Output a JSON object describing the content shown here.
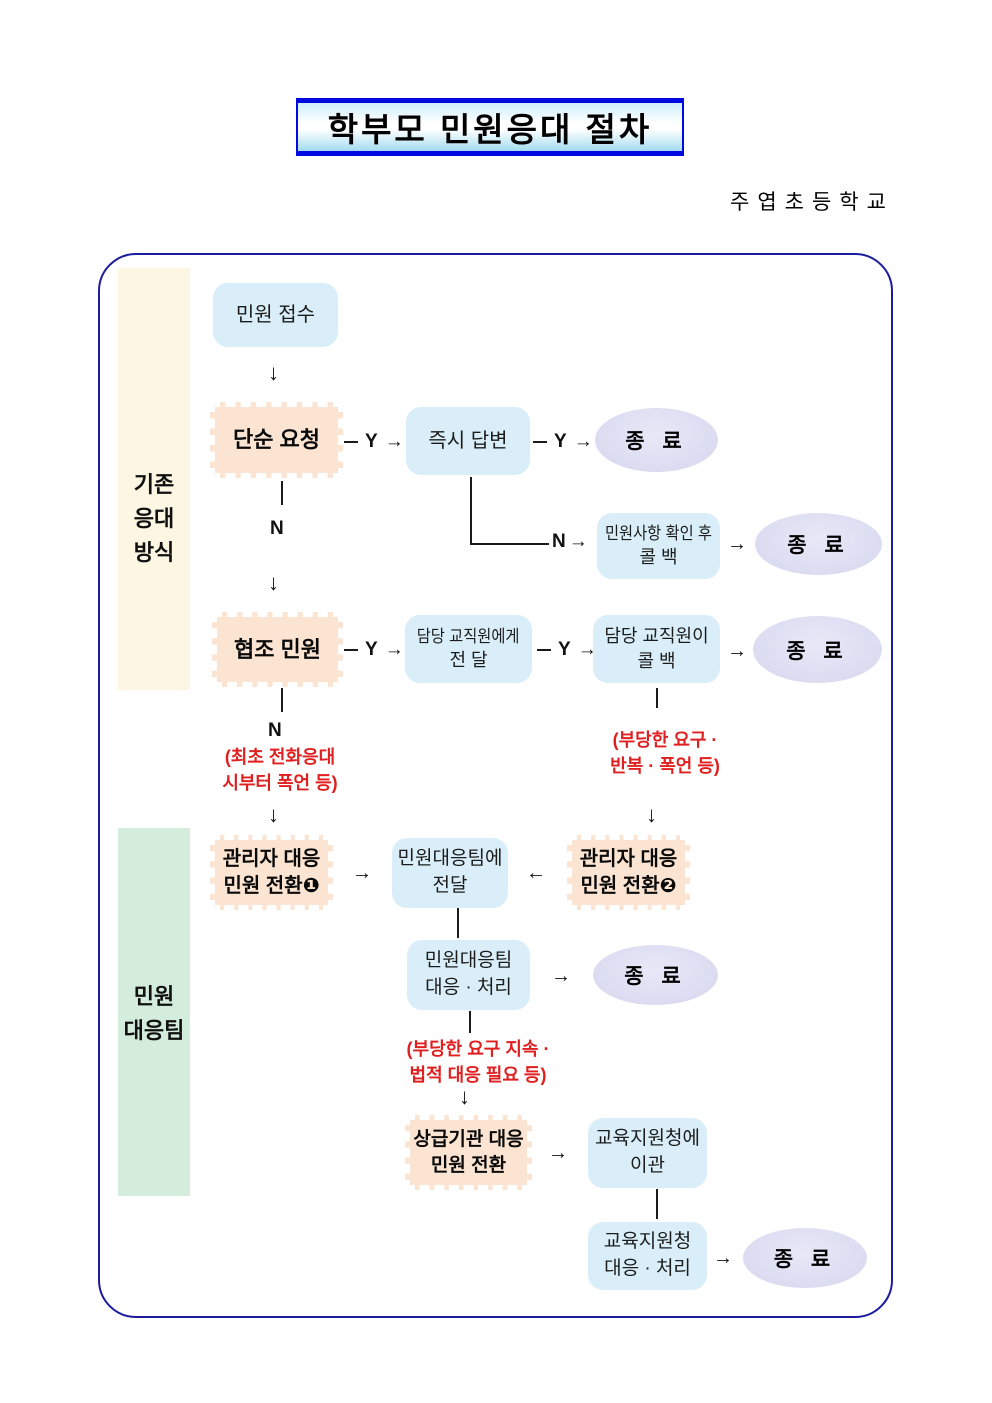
{
  "header": {
    "title": "학부모 민원응대 절차",
    "school": "주엽초등학교"
  },
  "lanes": {
    "existing": {
      "line1": "기존",
      "line2": "응대",
      "line3": "방식"
    },
    "team": {
      "line1": "민원",
      "line2": "대응팀"
    }
  },
  "nodes": {
    "receipt": {
      "label": "민원 접수"
    },
    "simple_request": {
      "label": "단순 요청"
    },
    "immediate_answer": {
      "label": "즉시 답변"
    },
    "check_callback": {
      "line1": "민원사항 확인 후",
      "line2": "콜 백"
    },
    "coop_request": {
      "label": "협조 민원"
    },
    "staff_forward": {
      "line1": "담당 교직원에게",
      "line2": "전 달"
    },
    "staff_callback": {
      "line1": "담당 교직원이",
      "line2": "콜 백"
    },
    "manager_switch1": {
      "line1": "관리자 대응",
      "line2": "민원 전환❶"
    },
    "manager_switch2": {
      "line1": "관리자 대응",
      "line2": "민원 전환❷"
    },
    "team_forward": {
      "line1": "민원대응팀에",
      "line2": "전달"
    },
    "team_handle": {
      "line1": "민원대응팀",
      "line2": "대응 · 처리"
    },
    "upper_switch": {
      "line1": "상급기관 대응",
      "line2": "민원 전환"
    },
    "office_transfer": {
      "line1": "교육지원청에",
      "line2": "이관"
    },
    "office_handle": {
      "line1": "교육지원청",
      "line2": "대응 · 처리"
    },
    "end": {
      "label": "종 료"
    }
  },
  "edges": {
    "yes": "Y",
    "no": "N",
    "right": "→",
    "left": "←",
    "down": "↓"
  },
  "annotations": {
    "abuse_from_start": {
      "line1": "(최초 전화응대",
      "line2": "시부터 폭언 등)"
    },
    "unfair_repeat": {
      "line1": "(부당한 요구 ·",
      "line2": "반복 · 폭언 등)"
    },
    "unfair_persist": {
      "line1": "(부당한 요구 지속 ·",
      "line2": "법적 대응 필요 등)"
    }
  },
  "colors": {
    "process_box": "#d9eef8",
    "decision_box": "#fbe4d2",
    "end_oval": "#dedff2",
    "lane_existing": "#fcf6e2",
    "lane_team": "#d3ecdc",
    "annotation_text": "#e02020",
    "title_border": "#000ae0",
    "frame_border": "#1b1b9e"
  }
}
